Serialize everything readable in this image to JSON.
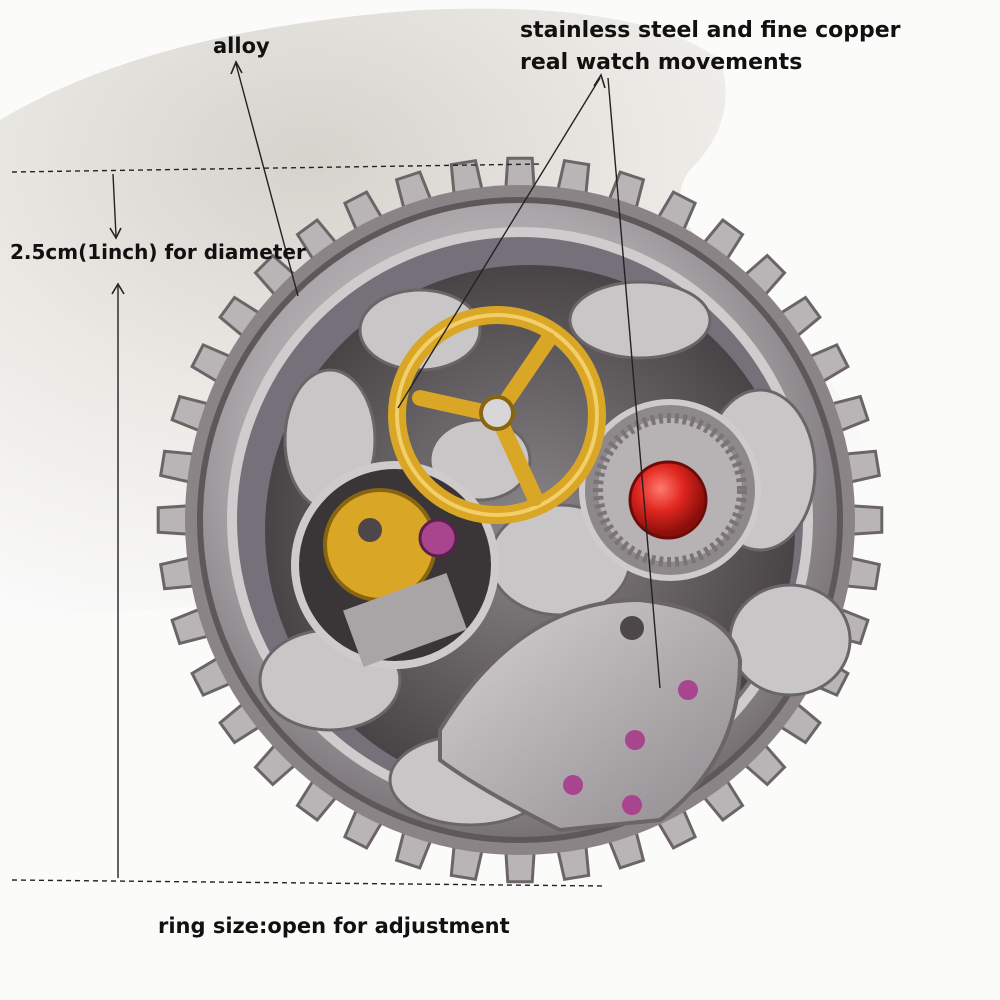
{
  "annotations": {
    "material_alloy": "alloy",
    "material_steel": "stainless steel and fine copper",
    "movements": "real watch movements",
    "diameter": "2.5cm(1inch) for diameter",
    "ring_size": "ring size:open for adjustment"
  },
  "colors": {
    "background": "#ffffff",
    "silver": "#b9b5b6",
    "gold": "#d9a626",
    "red_stone": "#e0261f",
    "pink_stone": "#a8458e"
  },
  "icons": {
    "product": "steampunk-gear-ring-photo"
  }
}
